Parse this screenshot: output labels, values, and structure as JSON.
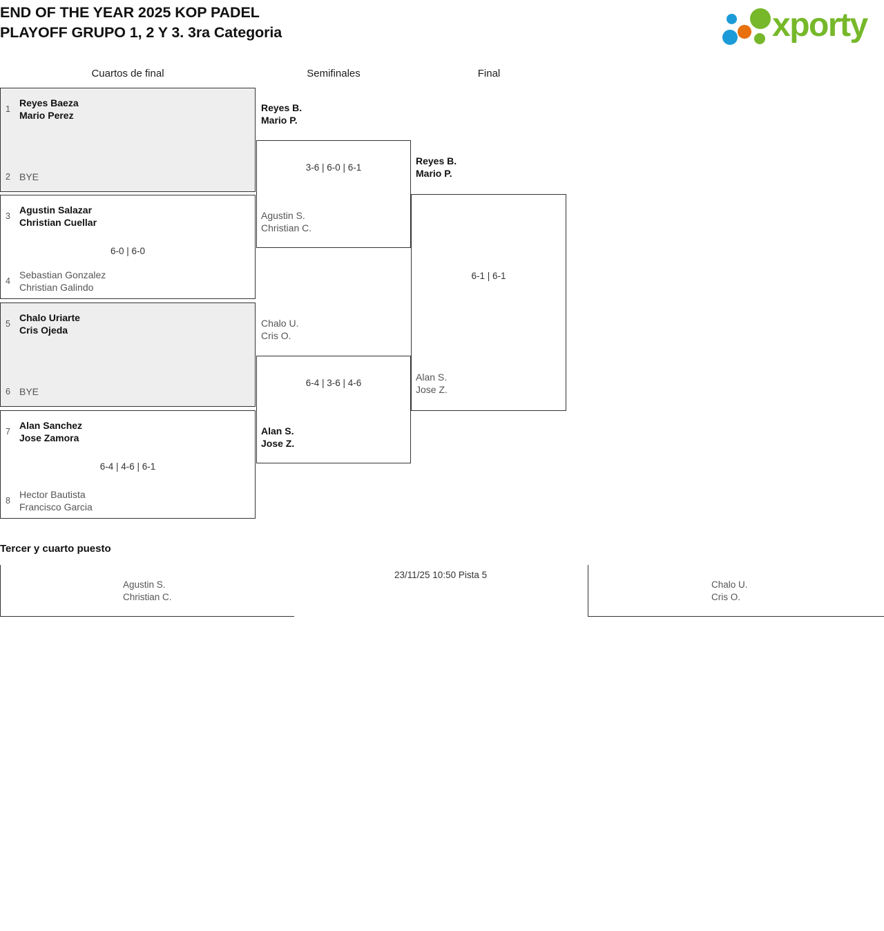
{
  "header": {
    "title": "END OF THE YEAR 2025 KOP PADEL\nPLAYOFF GRUPO 1, 2 Y 3. 3ra Categoria",
    "logo_text": "xporty",
    "logo_colors": {
      "green": "#76b82a",
      "blue": "#1b9bd8",
      "orange": "#e8700d"
    }
  },
  "rounds": [
    {
      "label": "Cuartos de final"
    },
    {
      "label": "Semifinales"
    },
    {
      "label": "Final"
    }
  ],
  "quarterfinals": [
    {
      "top": {
        "seed": "1",
        "players": "Reyes Baeza\nMario Perez",
        "result": "winner"
      },
      "bottom": {
        "seed": "2",
        "players": "BYE",
        "result": "bye"
      },
      "score": "",
      "is_bye": true
    },
    {
      "top": {
        "seed": "3",
        "players": "Agustin Salazar\nChristian Cuellar",
        "result": "winner"
      },
      "bottom": {
        "seed": "4",
        "players": "Sebastian Gonzalez\nChristian Galindo",
        "result": "loser"
      },
      "score": "6-0 | 6-0",
      "is_bye": false
    },
    {
      "top": {
        "seed": "5",
        "players": "Chalo Uriarte\nCris Ojeda",
        "result": "winner"
      },
      "bottom": {
        "seed": "6",
        "players": "BYE",
        "result": "bye"
      },
      "score": "",
      "is_bye": true
    },
    {
      "top": {
        "seed": "7",
        "players": "Alan Sanchez\nJose Zamora",
        "result": "winner"
      },
      "bottom": {
        "seed": "8",
        "players": "Hector Bautista\nFrancisco Garcia",
        "result": "loser"
      },
      "score": "6-4 | 4-6 | 6-1",
      "is_bye": false
    }
  ],
  "semifinals": [
    {
      "top": {
        "players": "Reyes B.\nMario P.",
        "result": "winner"
      },
      "bottom": {
        "players": "Agustin S.\nChristian C.",
        "result": "loser"
      },
      "score": "3-6 | 6-0 | 6-1"
    },
    {
      "top": {
        "players": "Chalo U.\nCris O.",
        "result": "loser"
      },
      "bottom": {
        "players": "Alan S.\nJose Z.",
        "result": "winner"
      },
      "score": "6-4 | 3-6 | 4-6"
    }
  ],
  "final": {
    "top": {
      "players": "Reyes B.\nMario P.",
      "result": "winner"
    },
    "bottom": {
      "players": "Alan S.\nJose Z.",
      "result": "loser"
    },
    "score": "6-1 | 6-1"
  },
  "third_place": {
    "title": "Tercer y cuarto puesto",
    "left_team": "Agustin S.\nChristian C.",
    "right_team": "Chalo U.\nCris O.",
    "datetime": "23/11/25 10:50 Pista 5"
  }
}
